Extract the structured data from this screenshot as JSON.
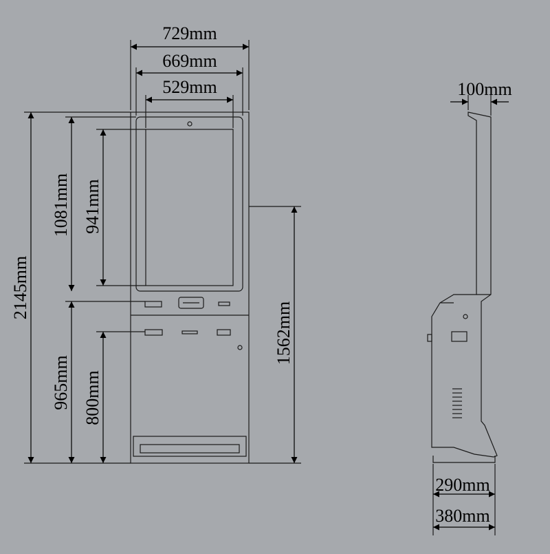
{
  "background": "#a6a9ad",
  "line_color": "#1a1a1a",
  "front_view": {
    "width_overall": "729mm",
    "width_body": "669mm",
    "width_screen": "529mm",
    "height_overall": "2145mm",
    "height_lower": "1081mm",
    "height_screen": "941mm",
    "height_base": "965mm",
    "height_counter": "800mm",
    "height_mid": "1562mm"
  },
  "side_view": {
    "depth_top": "100mm",
    "depth_base": "290mm",
    "depth_total": "380mm"
  }
}
